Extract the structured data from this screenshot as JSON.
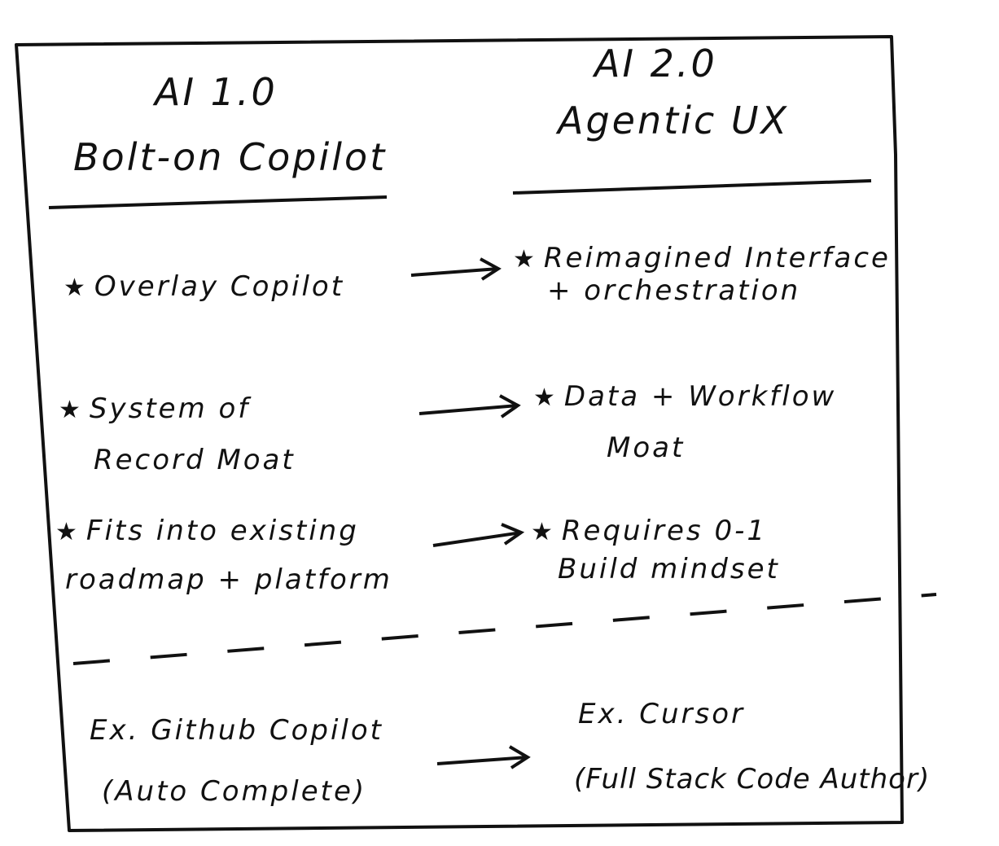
{
  "left_column": {
    "title": "AI 1.0",
    "subtitle": "Bolt-on Copilot",
    "items": [
      {
        "lines": [
          "Overlay Copilot"
        ]
      },
      {
        "lines": [
          "System of",
          "Record Moat"
        ]
      },
      {
        "lines": [
          "Fits into existing",
          "roadmap + platform"
        ]
      }
    ],
    "example": {
      "line1": "Ex. Github Copilot",
      "line2": "(Auto Complete)"
    }
  },
  "right_column": {
    "title": "AI 2.0",
    "subtitle": "Agentic UX",
    "items": [
      {
        "lines": [
          "Reimagined Interface",
          "+ orchestration"
        ]
      },
      {
        "lines": [
          "Data + Workflow",
          "Moat"
        ]
      },
      {
        "lines": [
          "Requires 0-1",
          "Build mindset"
        ]
      }
    ],
    "example": {
      "line1": "Ex. Cursor",
      "line2": "(Full Stack Code Author)"
    }
  },
  "bullet_icon": "star",
  "ink_color": "#111111"
}
